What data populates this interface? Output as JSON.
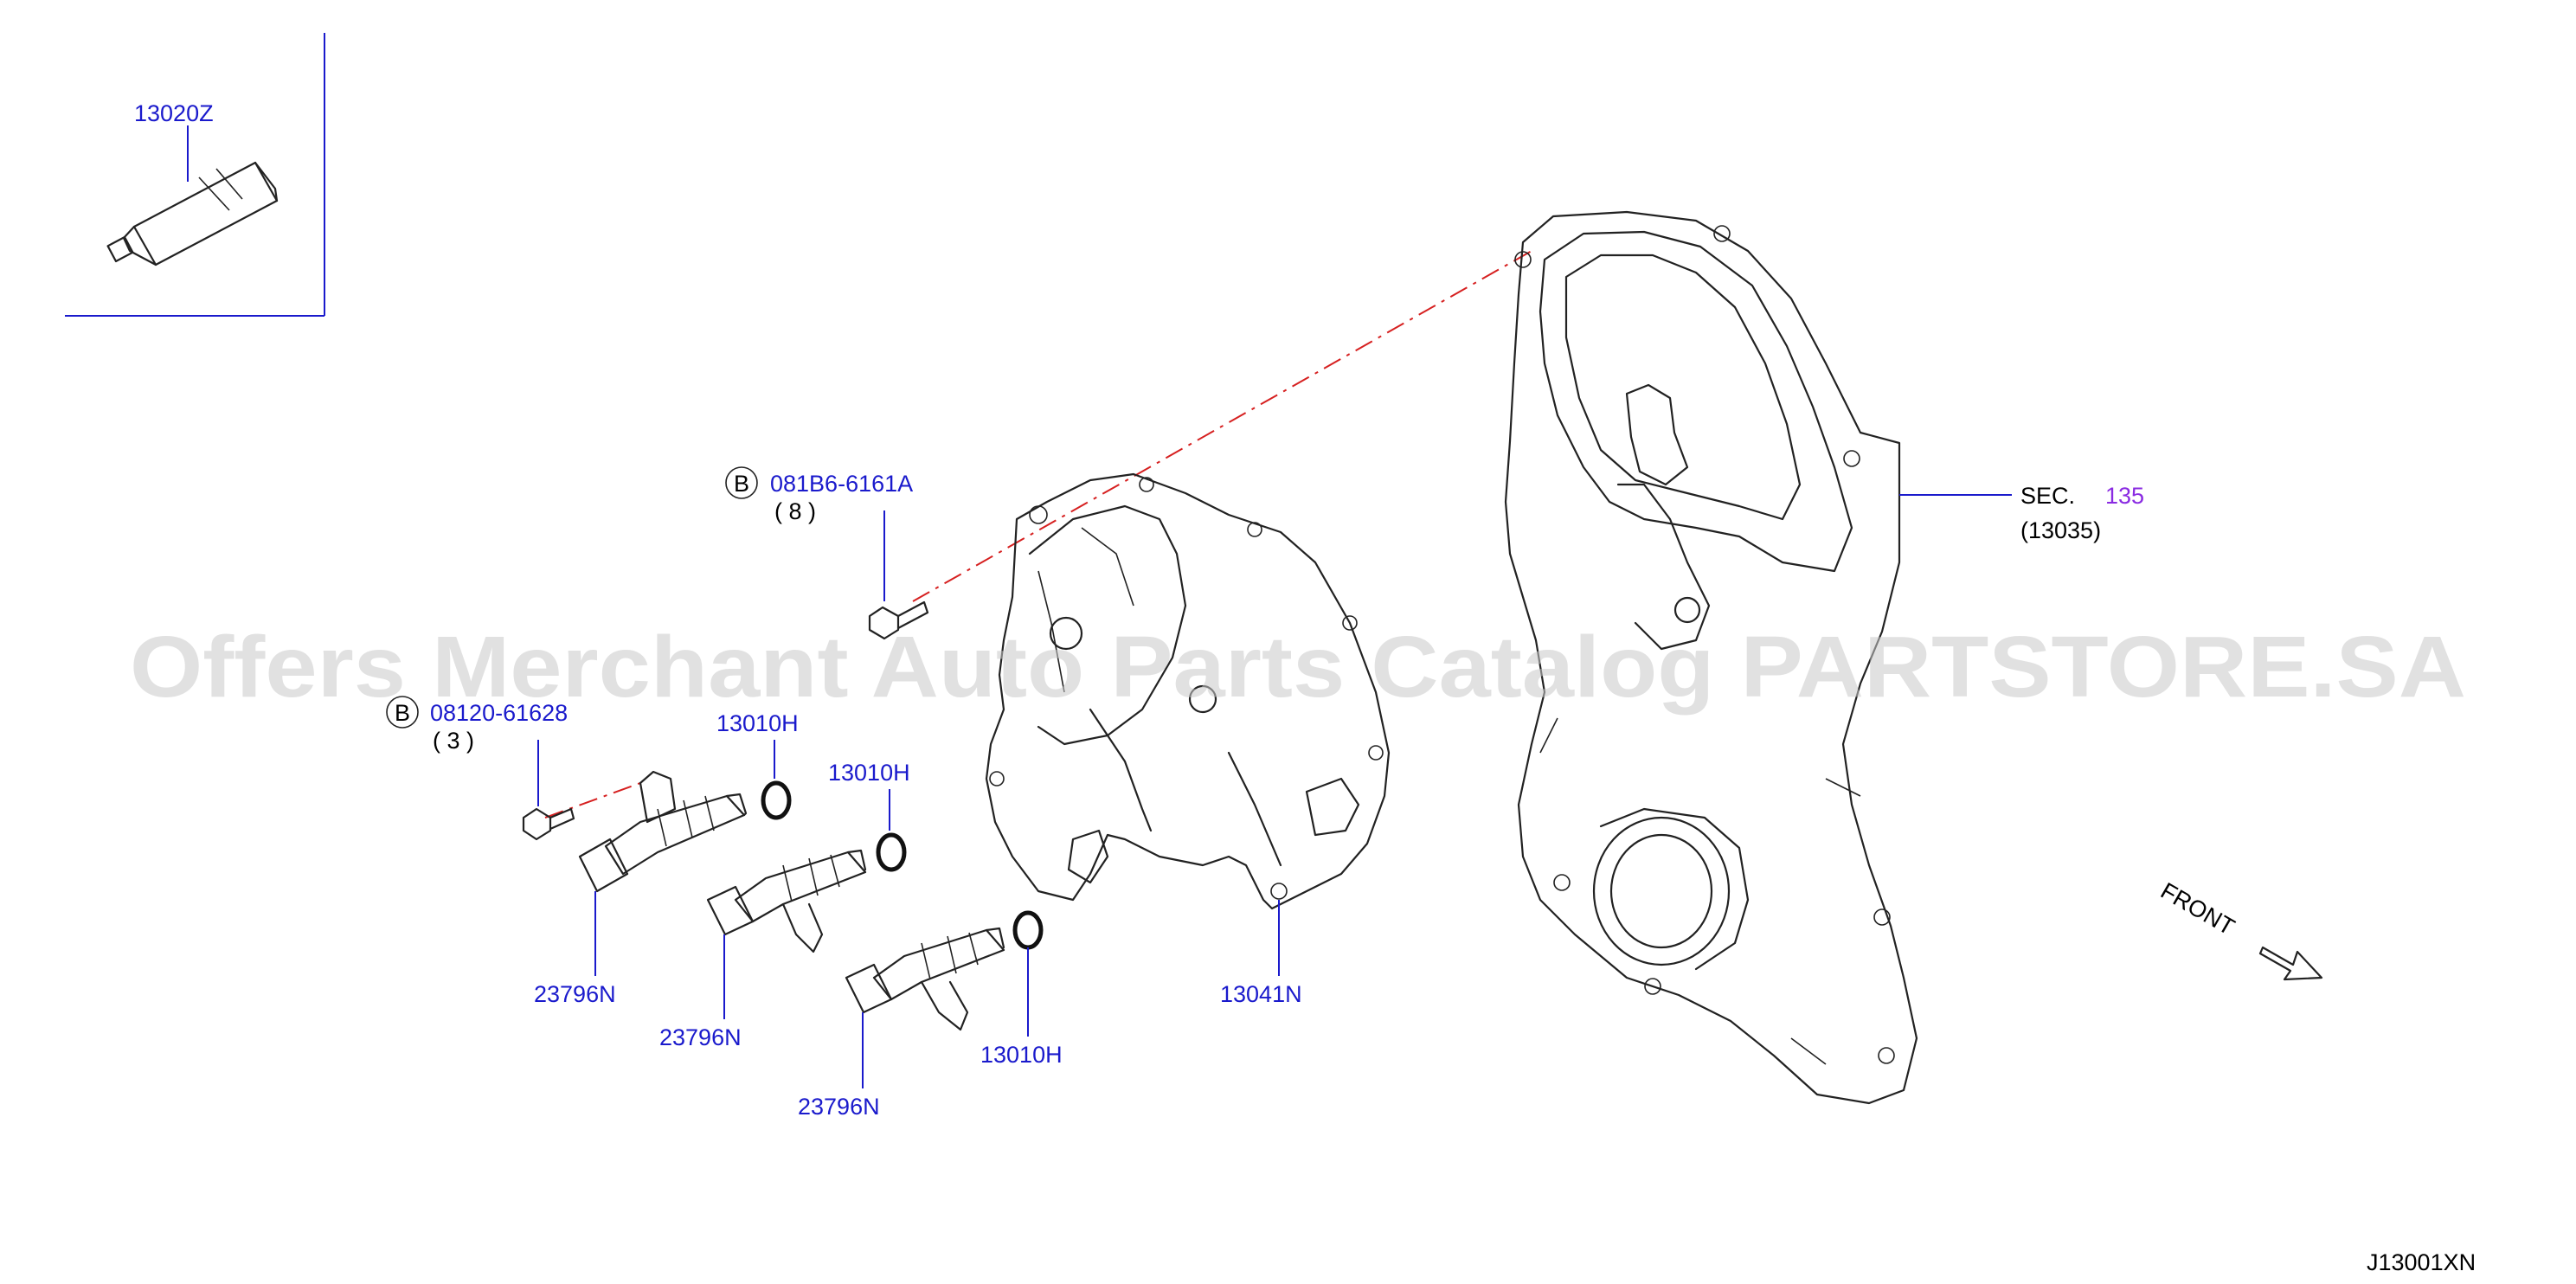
{
  "parts": {
    "sealant": "13020Z",
    "bolt_front_cover": "081B6-6161A",
    "bolt_front_cover_qty": "( 8 )",
    "bolt_solenoid": "08120-61628",
    "bolt_solenoid_qty": "( 3 )",
    "bolt_marker": "B",
    "oring_1": "13010H",
    "oring_2": "13010H",
    "oring_3": "13010H",
    "solenoid_1": "23796N",
    "solenoid_2": "23796N",
    "solenoid_3": "23796N",
    "cover_assy": "13041N",
    "sec_prefix": "SEC.",
    "sec_number": "135",
    "sec_sub": "(13035)"
  },
  "front_label": "FRONT",
  "diagram_code": "J13001XN",
  "watermark": "Offers Merchant Auto Parts Catalog PARTSTORE.SA",
  "colors": {
    "part_link": "#1a1acc",
    "section_link": "#8a2be2",
    "watermark": "#c9c9c9",
    "dash_line": "#d62020"
  }
}
